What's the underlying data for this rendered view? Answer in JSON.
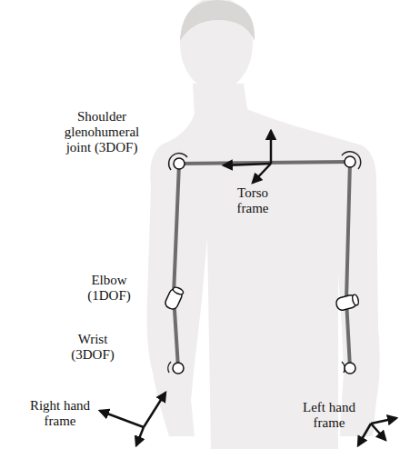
{
  "diagram": {
    "labels": [
      "Shoulder glenohumeral joint (3DOF)",
      "Torso frame",
      "Elbow (1DOF)",
      "Wrist (3DOF)",
      "Right hand frame",
      "Left hand frame"
    ]
  }
}
